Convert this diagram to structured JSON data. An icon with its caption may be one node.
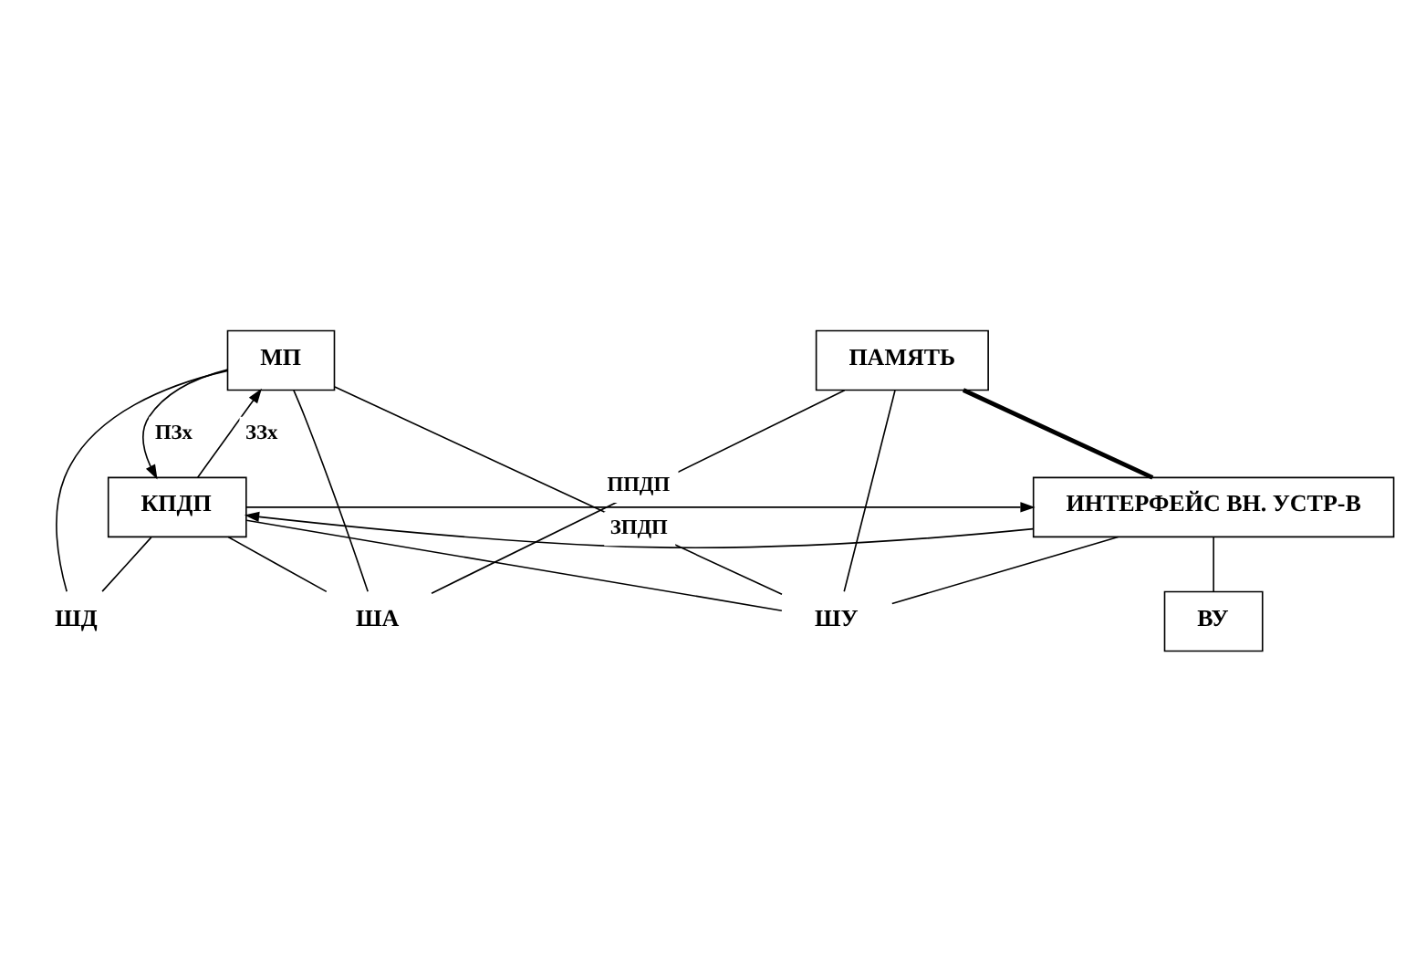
{
  "diagram": {
    "nodes": [
      {
        "text": [
          "МП"
        ]
      },
      {
        "text": [
          "ПАМЯТЬ"
        ]
      },
      {
        "text": [
          "ША"
        ]
      },
      {
        "text": [
          "ШД"
        ]
      },
      {
        "text": [
          "ШУ"
        ]
      },
      {
        "text": [
          "КПДП"
        ]
      },
      {
        "text": [
          "ИНТЕРФЕЙС ВН. УСТР-В"
        ]
      },
      {
        "text": [
          "ВУ"
        ]
      }
    ],
    "edges": [
      {
        "from": 0,
        "to": 2,
        "arrow": "none"
      },
      {
        "from": 0,
        "to": 3,
        "arrow": "none"
      },
      {
        "from": 0,
        "to": 4,
        "arrow": "none"
      },
      {
        "from": 1,
        "to": 2,
        "arrow": "none"
      },
      {
        "from": 1,
        "to": 4,
        "arrow": "none"
      },
      {
        "from": 1,
        "to": 6,
        "arrow": "none",
        "style": "thick"
      },
      {
        "from": 5,
        "to": 2,
        "arrow": "none"
      },
      {
        "from": 5,
        "to": 3,
        "arrow": "none"
      },
      {
        "from": 5,
        "to": 4,
        "arrow": "none"
      },
      {
        "from": 6,
        "to": 4,
        "arrow": "none"
      },
      {
        "from": 5,
        "to": 0,
        "arrow": "to",
        "label": "ЗЗх"
      },
      {
        "from": 0,
        "to": 5,
        "arrow": "to",
        "label": "ПЗх"
      },
      {
        "from": 6,
        "to": 5,
        "arrow": "to",
        "label": "ЗПДП"
      },
      {
        "from": 5,
        "to": 6,
        "arrow": "to",
        "label": "ППДП"
      },
      {
        "from": 6,
        "to": 7,
        "arrow": "none"
      }
    ]
  }
}
